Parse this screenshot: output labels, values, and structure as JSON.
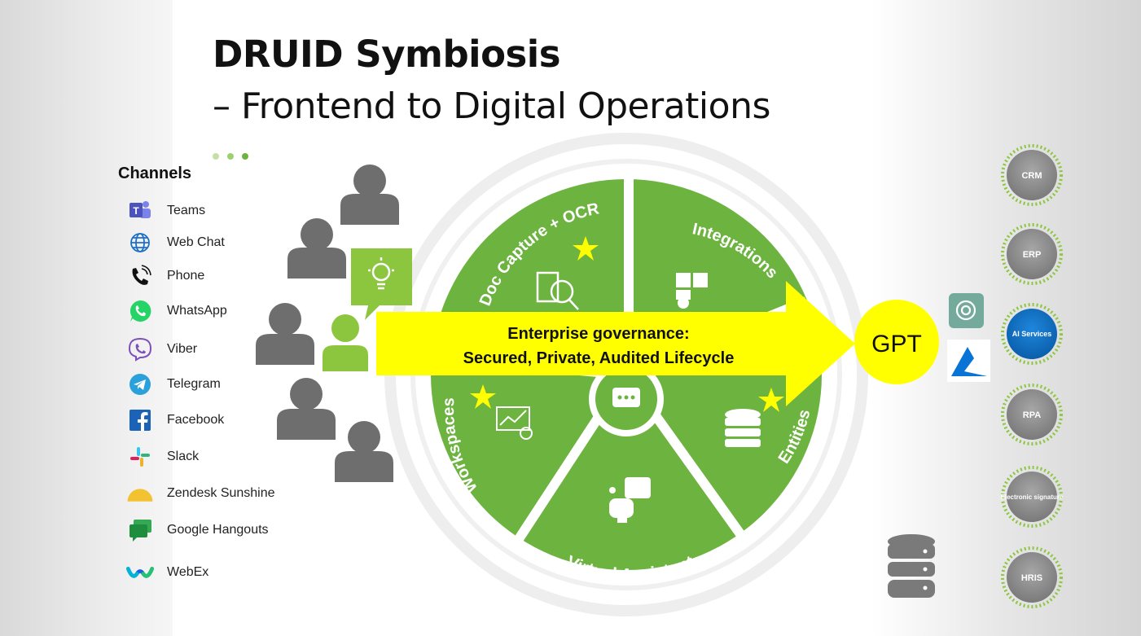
{
  "title": "DRUID Symbiosis",
  "subtitle": "– Frontend to Digital Operations",
  "channels": {
    "title": "Channels",
    "items": [
      {
        "label": "Teams",
        "icon": "teams-icon"
      },
      {
        "label": "Web Chat",
        "icon": "globe-icon"
      },
      {
        "label": "Phone",
        "icon": "phone-icon"
      },
      {
        "label": "WhatsApp",
        "icon": "whatsapp-icon"
      },
      {
        "label": "Viber",
        "icon": "viber-icon"
      },
      {
        "label": "Telegram",
        "icon": "telegram-icon"
      },
      {
        "label": "Facebook",
        "icon": "facebook-icon"
      },
      {
        "label": "Slack",
        "icon": "slack-icon"
      },
      {
        "label": "Zendesk Sunshine",
        "icon": "zendesk-icon"
      },
      {
        "label": "Google Hangouts",
        "icon": "hangouts-icon"
      },
      {
        "label": "WebEx",
        "icon": "webex-icon"
      }
    ]
  },
  "wheel": {
    "segments": [
      "Doc Capture + OCR",
      "Integrations",
      "Entities",
      "Virtual Assistant",
      "Workspaces"
    ],
    "starred_segments": [
      "Doc Capture + OCR",
      "Entities",
      "Workspaces"
    ]
  },
  "arrow": {
    "line1": "Enterprise governance:",
    "line2": "Secured, Private, Audited Lifecycle"
  },
  "gpt_label": "GPT",
  "systems": [
    {
      "label": "CRM",
      "highlight": false
    },
    {
      "label": "ERP",
      "highlight": false
    },
    {
      "label": "AI Services",
      "highlight": true
    },
    {
      "label": "RPA",
      "highlight": false
    },
    {
      "label": "Electronic signature",
      "highlight": false
    },
    {
      "label": "HRIS",
      "highlight": false
    }
  ],
  "colors": {
    "wheel_green": "#6db33f",
    "user_grey": "#6e6e6e",
    "user_green": "#8cc63f",
    "arrow_yellow": "#ffff00",
    "system_grey": "#8c8c8c",
    "system_blue": "#0a6fc2"
  }
}
